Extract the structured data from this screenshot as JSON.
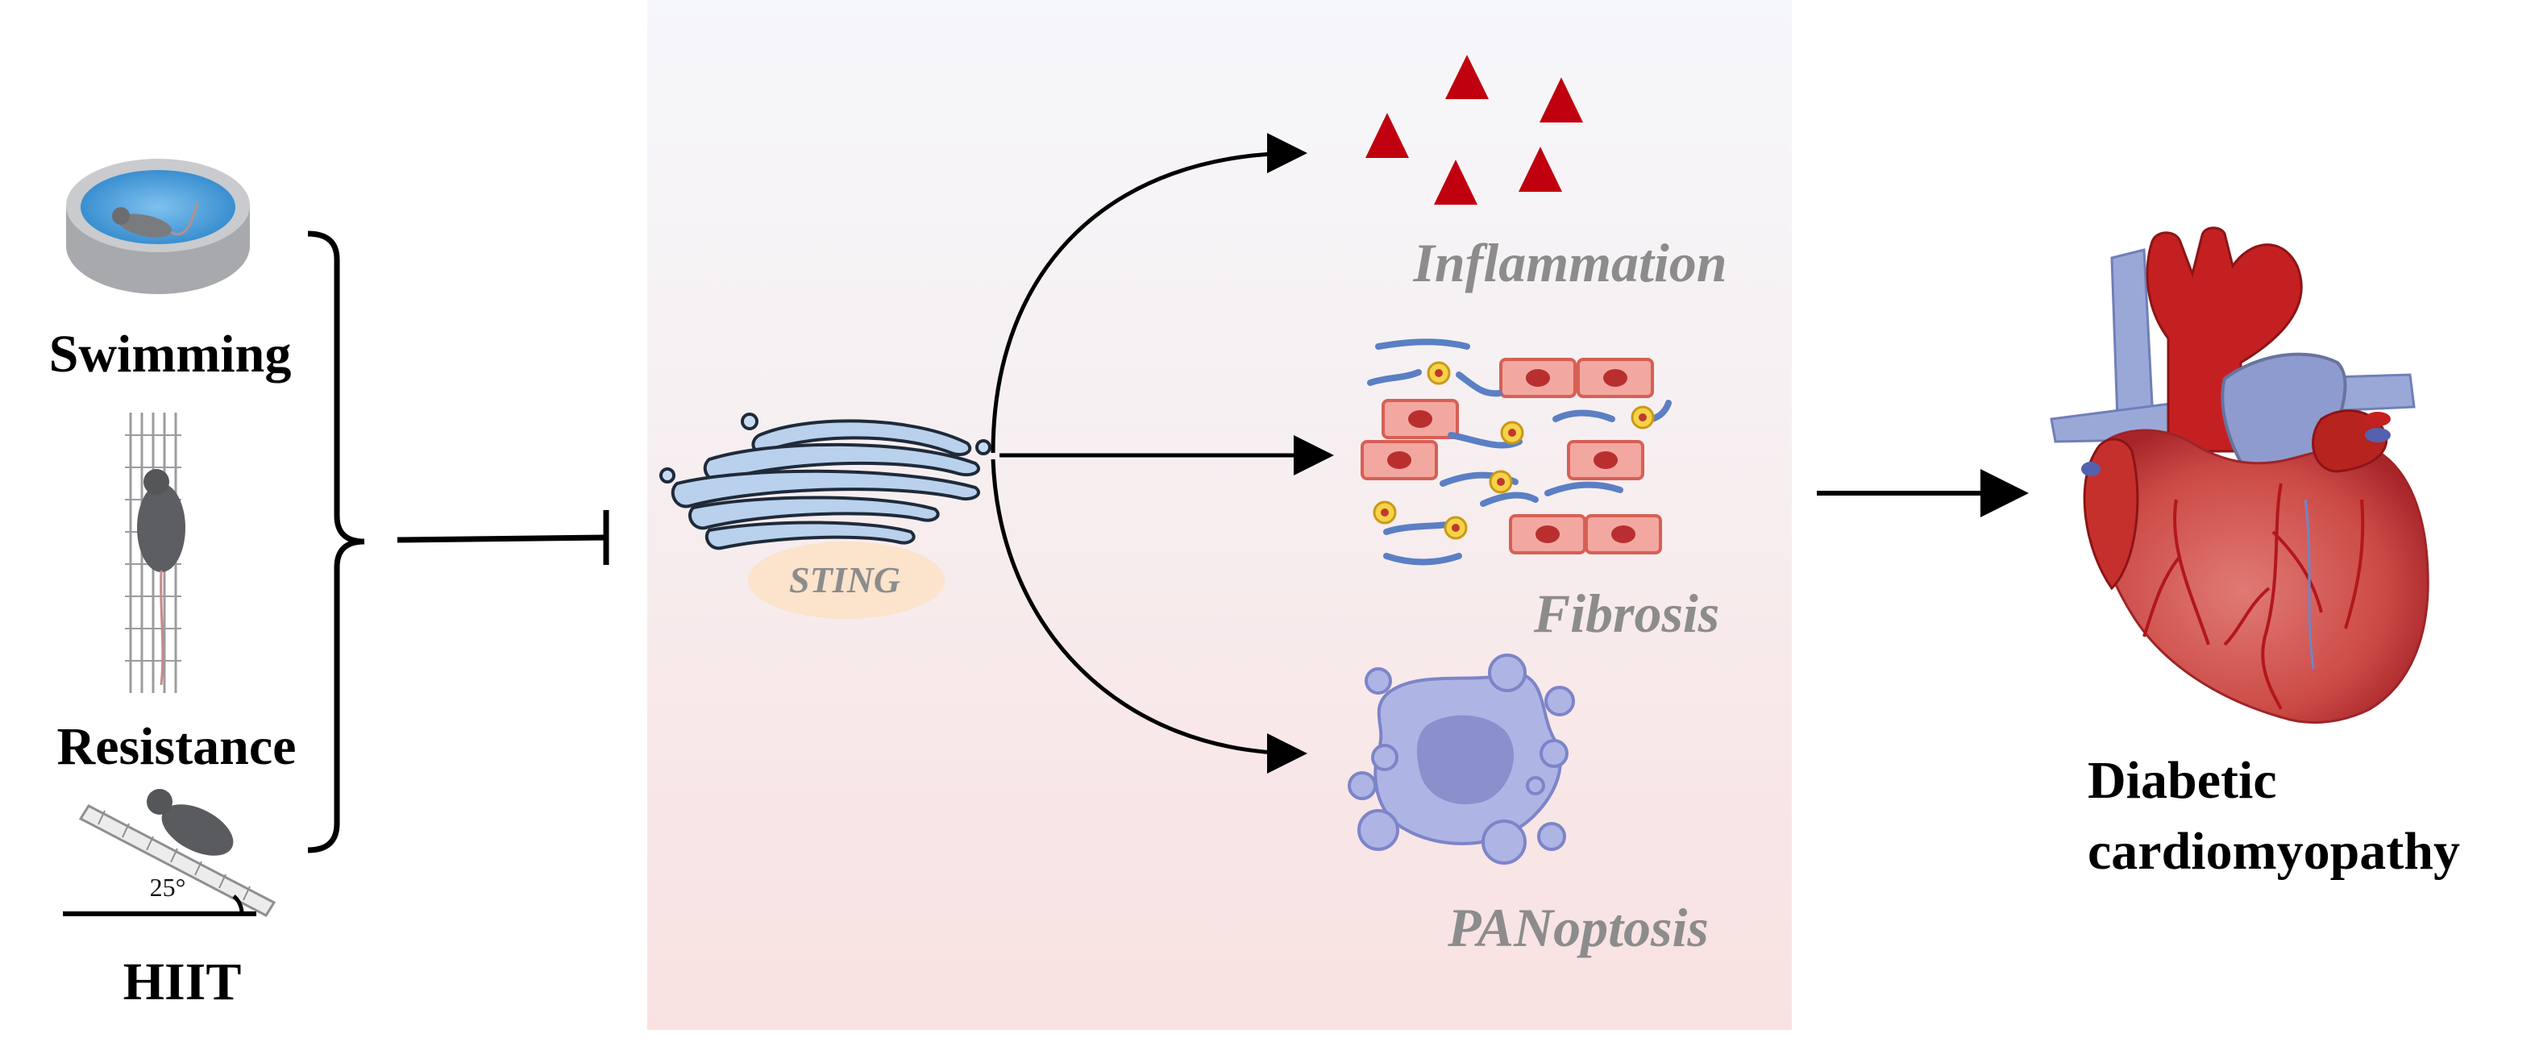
{
  "exercises": {
    "swimming": "Swimming",
    "resistance": "Resistance",
    "hiit": "HIIT",
    "incline_angle": "25°"
  },
  "mediator": {
    "name": "STING"
  },
  "outcomes": {
    "inflammation": "Inflammation",
    "fibrosis": "Fibrosis",
    "panoptosis": "PANoptosis"
  },
  "disease": {
    "line1": "Diabetic",
    "line2": "cardiomyopathy"
  },
  "colors": {
    "panel_top": "#f6f7fb",
    "panel_bottom": "#f9e3e3",
    "triangle_red": "#c0000e",
    "gray_label": "#8c8c8c",
    "golgi_blue": "#b9d1ec",
    "fibro_cell": "#f2a8a0",
    "apoptotic_body": "#aeb5e4",
    "heart_red": "#c42022",
    "vessel_blue": "#9aa8d8"
  }
}
